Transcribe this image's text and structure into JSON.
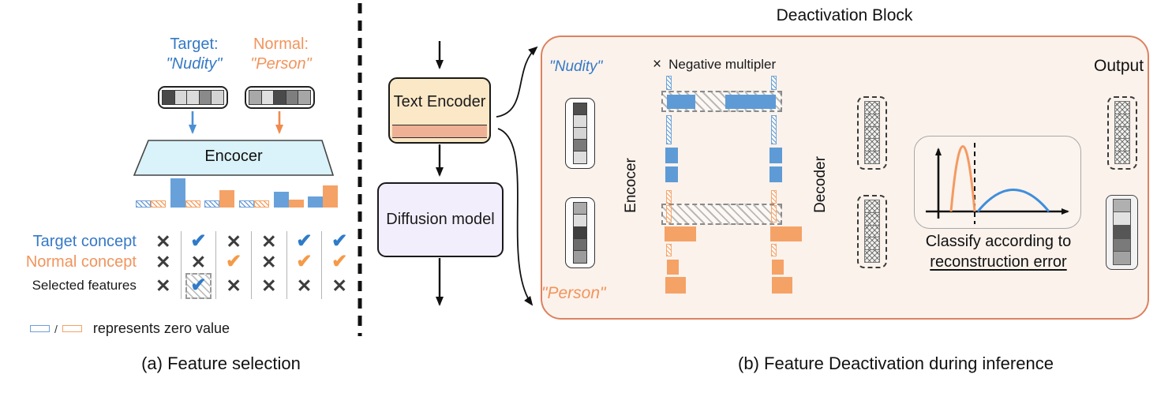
{
  "captions": {
    "a": "(a) Feature selection",
    "b": "(b) Feature Deactivation during inference"
  },
  "colors": {
    "blue": "#3579C6",
    "blue_bar": "#68A1DA",
    "blue_square": "#5E9BD6",
    "orange": "#F2945C",
    "orange_bar": "#F5A266",
    "block_border": "#DC8260",
    "block_fill": "#FBF2EC",
    "text_encoder_fill": "#FAE8C7",
    "text_encoder_strip": "#EFB195",
    "diffusion_fill": "#F3EEFC",
    "encoder_fill": "#D8F1F9"
  },
  "part_a": {
    "target_line1": "Target:",
    "target_line2": "\"Nudity\"",
    "normal_line1": "Normal:",
    "normal_line2": "\"Person\"",
    "encoder_label": "Encocer",
    "target_vector_cells": [
      "#4a4a4a",
      "#d8d8d8",
      "#dcdcdc",
      "#8a8a8a",
      "#d4d4d4"
    ],
    "normal_vector_cells": [
      "#a8a8a8",
      "#e0e0e0",
      "#4a4a4a",
      "#7e7e7e",
      "#a6a6a6"
    ],
    "feature_bars": {
      "type": "bar",
      "note": "6 feature slots; heights in px; 0 means zero value drawn as hatched strip",
      "groups": [
        {
          "target": 0,
          "normal": 0
        },
        {
          "target": 37,
          "normal": 0
        },
        {
          "target": 0,
          "normal": 22
        },
        {
          "target": 0,
          "normal": 0
        },
        {
          "target": 20,
          "normal": 10
        },
        {
          "target": 14,
          "normal": 28
        }
      ]
    },
    "table": {
      "rows": [
        {
          "label": "Target concept",
          "color": "#3579C6",
          "check_color": "#2F7BC8",
          "marks": [
            "x",
            "check",
            "x",
            "x",
            "check",
            "check"
          ]
        },
        {
          "label": "Normal concept",
          "color": "#F2945C",
          "check_color": "#F59A47",
          "marks": [
            "x",
            "x",
            "check",
            "x",
            "check",
            "check"
          ]
        },
        {
          "label": "Selected features",
          "color": "#1a1a1a",
          "check_color": "#2F7BC8",
          "marks": [
            "x",
            "check-boxed",
            "x",
            "x",
            "x",
            "x"
          ]
        }
      ]
    },
    "legend": {
      "separator": "/",
      "text": "represents zero value"
    }
  },
  "pipeline": {
    "text_encoder": "Text Encoder",
    "diffusion_model": "Diffusion model"
  },
  "part_b": {
    "block_title": "Deactivation Block",
    "nudity_label": "\"Nudity\"",
    "person_label": "\"Person\"",
    "encoder_label": "Encocer",
    "decoder_label": "Decoder",
    "negative_multiplier": {
      "symbol": "×",
      "label": "Negative multipler"
    },
    "output_label": "Output",
    "classify_line1": "Classify according to",
    "classify_line2": "reconstruction error",
    "nudity_vector_cells": [
      "#4f4f4f",
      "#dcdcdc",
      "#d4d4d4",
      "#7a7a7a",
      "#dedede"
    ],
    "person_vector_cells": [
      "#aaaaaa",
      "#dddddd",
      "#3f3f3f",
      "#6c6c6c",
      "#9c9c9c"
    ],
    "output_vector_cells": [
      "#b0b0b0",
      "#e2e2e2",
      "#565656",
      "#7a7a7a",
      "#a2a2a2"
    ]
  }
}
